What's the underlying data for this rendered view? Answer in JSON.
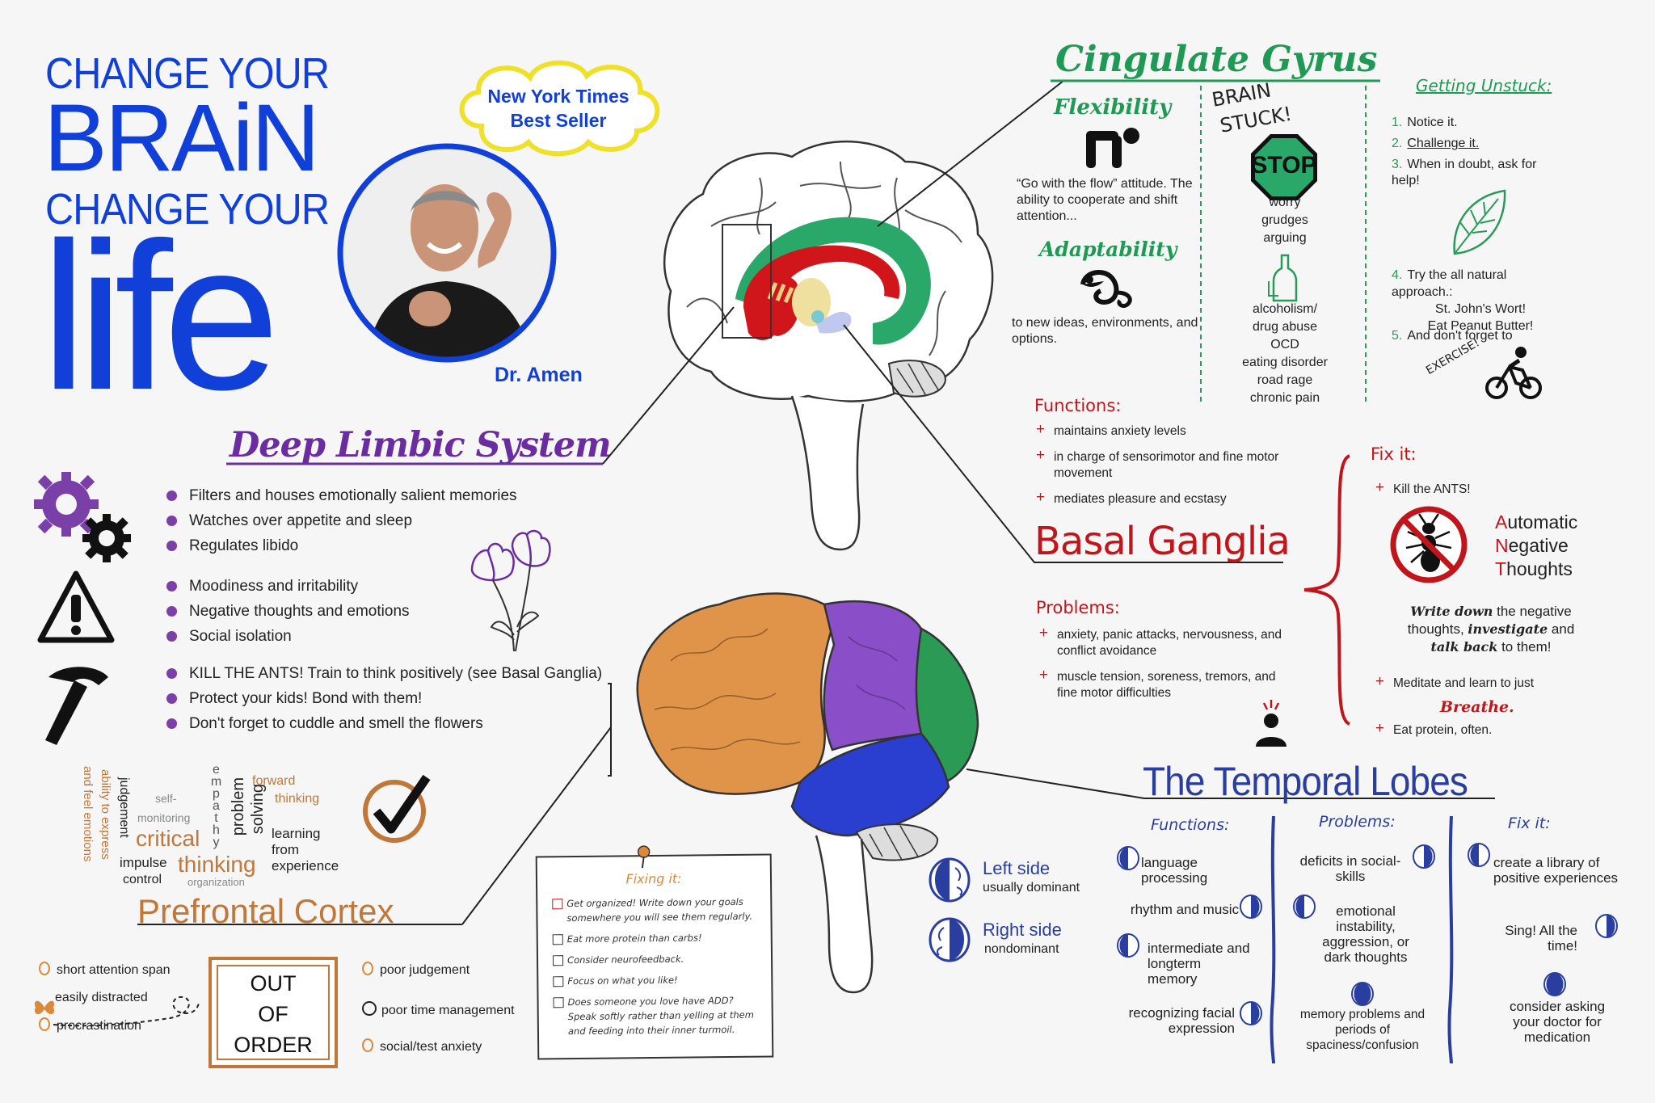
{
  "header": {
    "line1": "CHANGE YOUR",
    "line2": "BRAiN",
    "line3": "CHANGE YOUR",
    "line4": "life",
    "badge_line1": "New York Times",
    "badge_line2": "Best Seller",
    "author": "Dr. Amen"
  },
  "limbic": {
    "title": "Deep Limbic System",
    "functions": [
      "Filters and houses emotionally salient memories",
      "Watches over appetite and sleep",
      "Regulates libido"
    ],
    "problems": [
      "Moodiness and irritability",
      "Negative thoughts and emotions",
      "Social isolation"
    ],
    "fixes": [
      "KILL THE ANTS! Train to think positively (see Basal Ganglia)",
      "Protect your kids! Bond with them!",
      "Don't forget to cuddle and smell the flowers"
    ]
  },
  "prefrontal": {
    "title": "Prefrontal Cortex",
    "words": {
      "w1": "ability to express",
      "w2": "and feel emotions",
      "w3": "judgement",
      "w4": "self-",
      "w5": "monitoring",
      "w6": "critical",
      "w7": "impulse",
      "w8": "control",
      "w9": "empathy",
      "w10": "thinking",
      "w11": "organization",
      "w12": "problem",
      "w13": "solving",
      "w14": "forward",
      "w15": "thinking",
      "w16": "learning",
      "w17": "from",
      "w18": "experience"
    },
    "problems_left": [
      "short attention span",
      "easily distracted",
      "procrastination"
    ],
    "out_of_order": [
      "OUT",
      "OF",
      "ORDER"
    ],
    "problems_right": [
      "poor judgement",
      "poor time management",
      "social/test anxiety"
    ],
    "note_title": "Fixing it:",
    "note_items": [
      "Get organized! Write down your goals somewhere you will see them regularly.",
      "Eat more protein than carbs!",
      "Consider neurofeedback.",
      "Focus on what you like!",
      "Does someone you love have ADD? Speak softly rather than yelling at them and feeding into their inner turmoil."
    ]
  },
  "cingulate": {
    "title": "Cingulate Gyrus",
    "flex_title": "Flexibility",
    "flex_text": "“Go with the flow” attitude. The ability to cooperate and shift attention...",
    "adapt_title": "Adaptability",
    "adapt_text": "to new ideas, environments, and options.",
    "stuck_line1": "BRAIN",
    "stuck_line2": "STUCK!",
    "stop": "STOP",
    "stuck_items": [
      "worry",
      "grudges",
      "arguing"
    ],
    "stuck_items2": [
      "alcoholism/",
      "drug abuse",
      "OCD",
      "eating disorder",
      "road rage",
      "chronic pain"
    ],
    "unstuck_title": "Getting Unstuck:",
    "unstuck": [
      {
        "n": "1.",
        "text": "Notice it."
      },
      {
        "n": "2.",
        "text": "Challenge it."
      },
      {
        "n": "3.",
        "text": "When in doubt, ask for help!"
      }
    ],
    "unstuck4_n": "4.",
    "unstuck4": [
      "Try the all natural approach.:",
      "St. John's Wort!",
      "Eat Peanut Butter!"
    ],
    "unstuck5_n": "5.",
    "unstuck5": "And don't forget to",
    "exercise": "EXERCISE!"
  },
  "basal": {
    "title": "Basal Ganglia",
    "functions_title": "Functions:",
    "functions": [
      "maintains anxiety levels",
      "in charge of sensorimotor and fine motor movement",
      "mediates pleasure and ecstasy"
    ],
    "problems_title": "Problems:",
    "problems": [
      "anxiety, panic attacks, nervousness, and conflict avoidance",
      "muscle tension, soreness, tremors, and fine motor difficulties"
    ],
    "fix_title": "Fix it:",
    "fix1": "Kill the ANTS!",
    "ants": [
      {
        "cap": "A",
        "rest": "utomatic"
      },
      {
        "cap": "N",
        "rest": "egative"
      },
      {
        "cap": "T",
        "rest": "houghts"
      }
    ],
    "write_a": "Write down",
    "write_b": " the negative",
    "write_c": "thoughts, ",
    "write_d": "investigate",
    "write_e": " and",
    "write_f": "talk back",
    "write_g": " to them!",
    "meditate": "Meditate and learn to just",
    "breathe": "Breathe.",
    "protein": "Eat protein, often."
  },
  "temporal": {
    "title": "The Temporal Lobes",
    "left_side": "Left side",
    "left_sub": "usually dominant",
    "right_side": "Right side",
    "right_sub": "nondominant",
    "functions_title": "Functions:",
    "functions": [
      "language processing",
      "rhythm and music",
      "intermediate and longterm memory",
      "recognizing facial expression"
    ],
    "problems_title": "Problems:",
    "problems": [
      "deficits in social-skills",
      "emotional instability, aggression, or dark thoughts",
      "memory problems and periods of spaciness/confusion"
    ],
    "fix_title": "Fix it:",
    "fixes": [
      "create a library of positive experiences",
      "Sing! All the time!",
      "consider asking your doctor for medication"
    ]
  },
  "colors": {
    "blue_title": "#1140d8",
    "purple": "#6a2c9e",
    "green": "#1f9a55",
    "red": "#c0161b",
    "orange": "#c0773a",
    "navy": "#2a3e9f",
    "badge_cloud": "#f0e02a"
  }
}
